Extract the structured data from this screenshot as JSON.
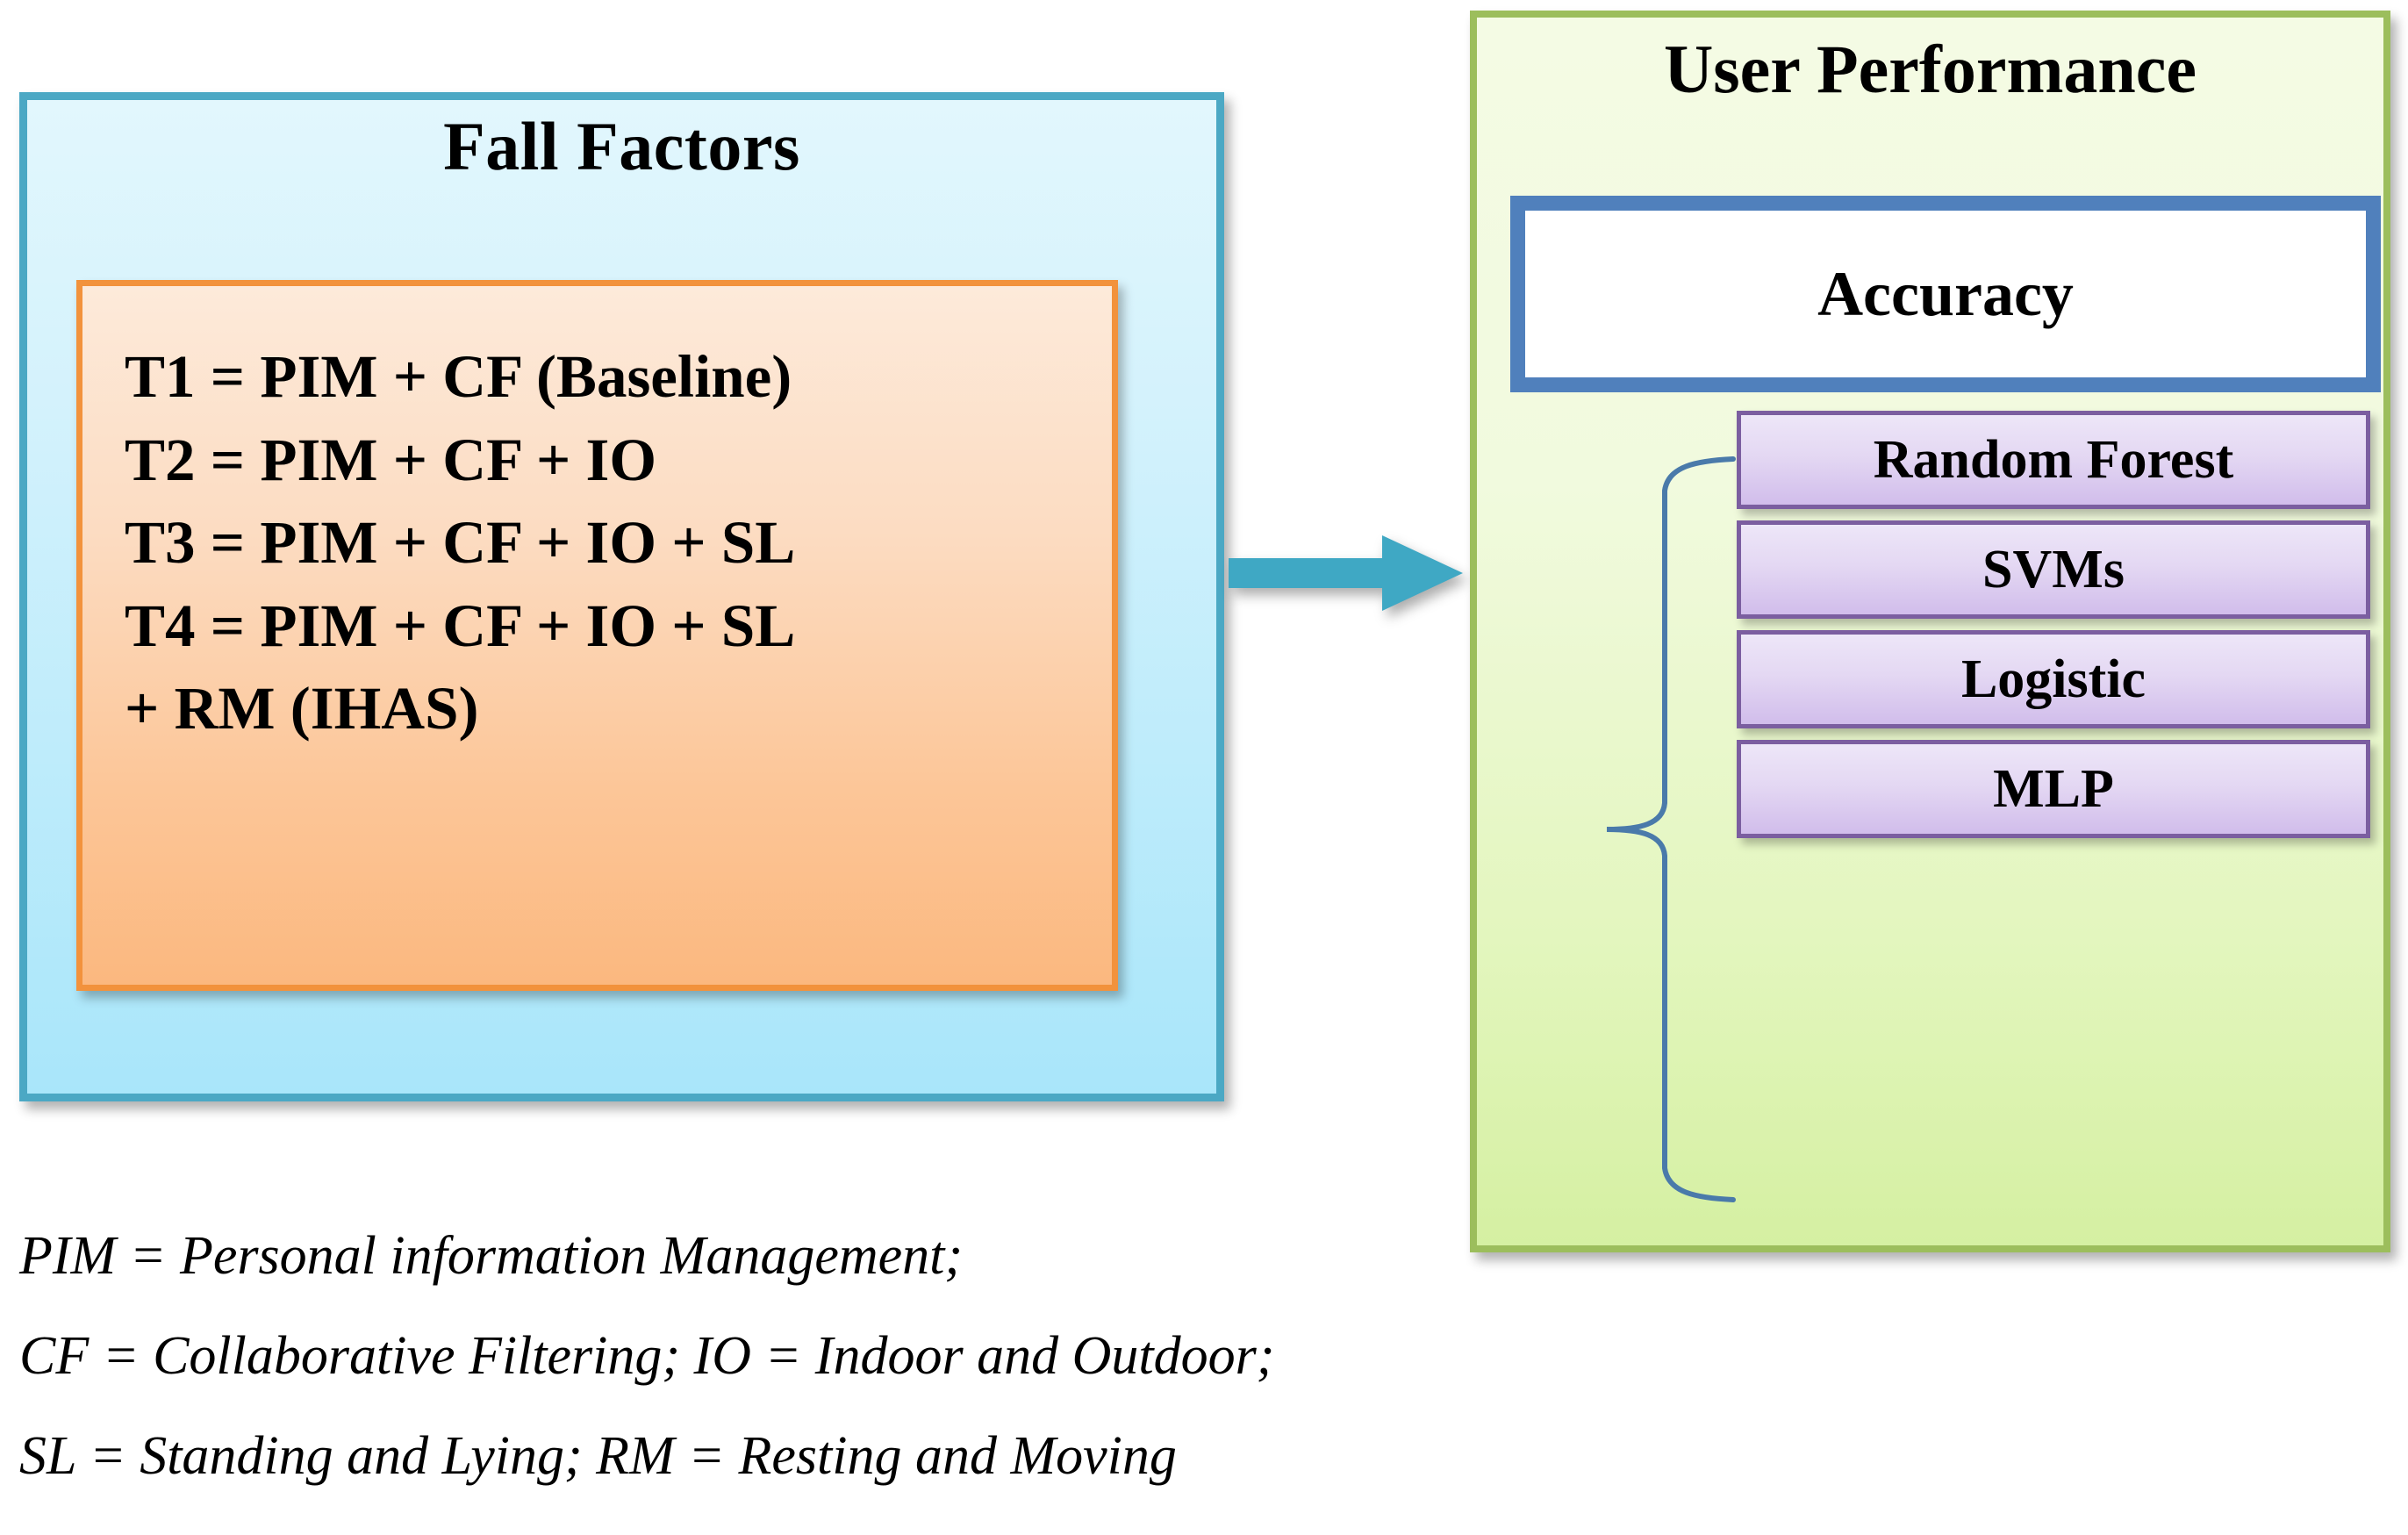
{
  "left_panel": {
    "title": "Fall Factors",
    "factors": [
      "T1 = PIM + CF (Baseline)",
      "T2 = PIM + CF + IO",
      "T3 = PIM + CF + IO + SL",
      "T4 = PIM + CF + IO + SL",
      "+ RM (IHAS)"
    ]
  },
  "arrow": {
    "name": "flow-arrow",
    "direction": "right",
    "color": "#3FA8C4"
  },
  "right_panel": {
    "title": "User Performance",
    "metric_label": "Accuracy",
    "classifiers": [
      "Random Forest",
      "SVMs",
      "Logistic",
      "MLP"
    ],
    "brace": "left-curly-brace"
  },
  "legend": {
    "lines": [
      "PIM = Personal information Management;",
      "CF = Collaborative Filtering; IO = Indoor and Outdoor;",
      "SL = Standing and Lying; RM = Resting and Moving"
    ]
  },
  "colors": {
    "blue_border": "#4BA8C4",
    "blue_fill": "#D4F2FC",
    "orange_border": "#F2923C",
    "orange_fill": "#FCC698",
    "green_border": "#9CBE5C",
    "green_fill": "#F1FADE",
    "accuracy_border": "#5080BC",
    "purple_border": "#7B5EA0",
    "purple_fill": "#E4D8F3",
    "arrow": "#3FA8C4",
    "brace": "#4A7AAA"
  }
}
